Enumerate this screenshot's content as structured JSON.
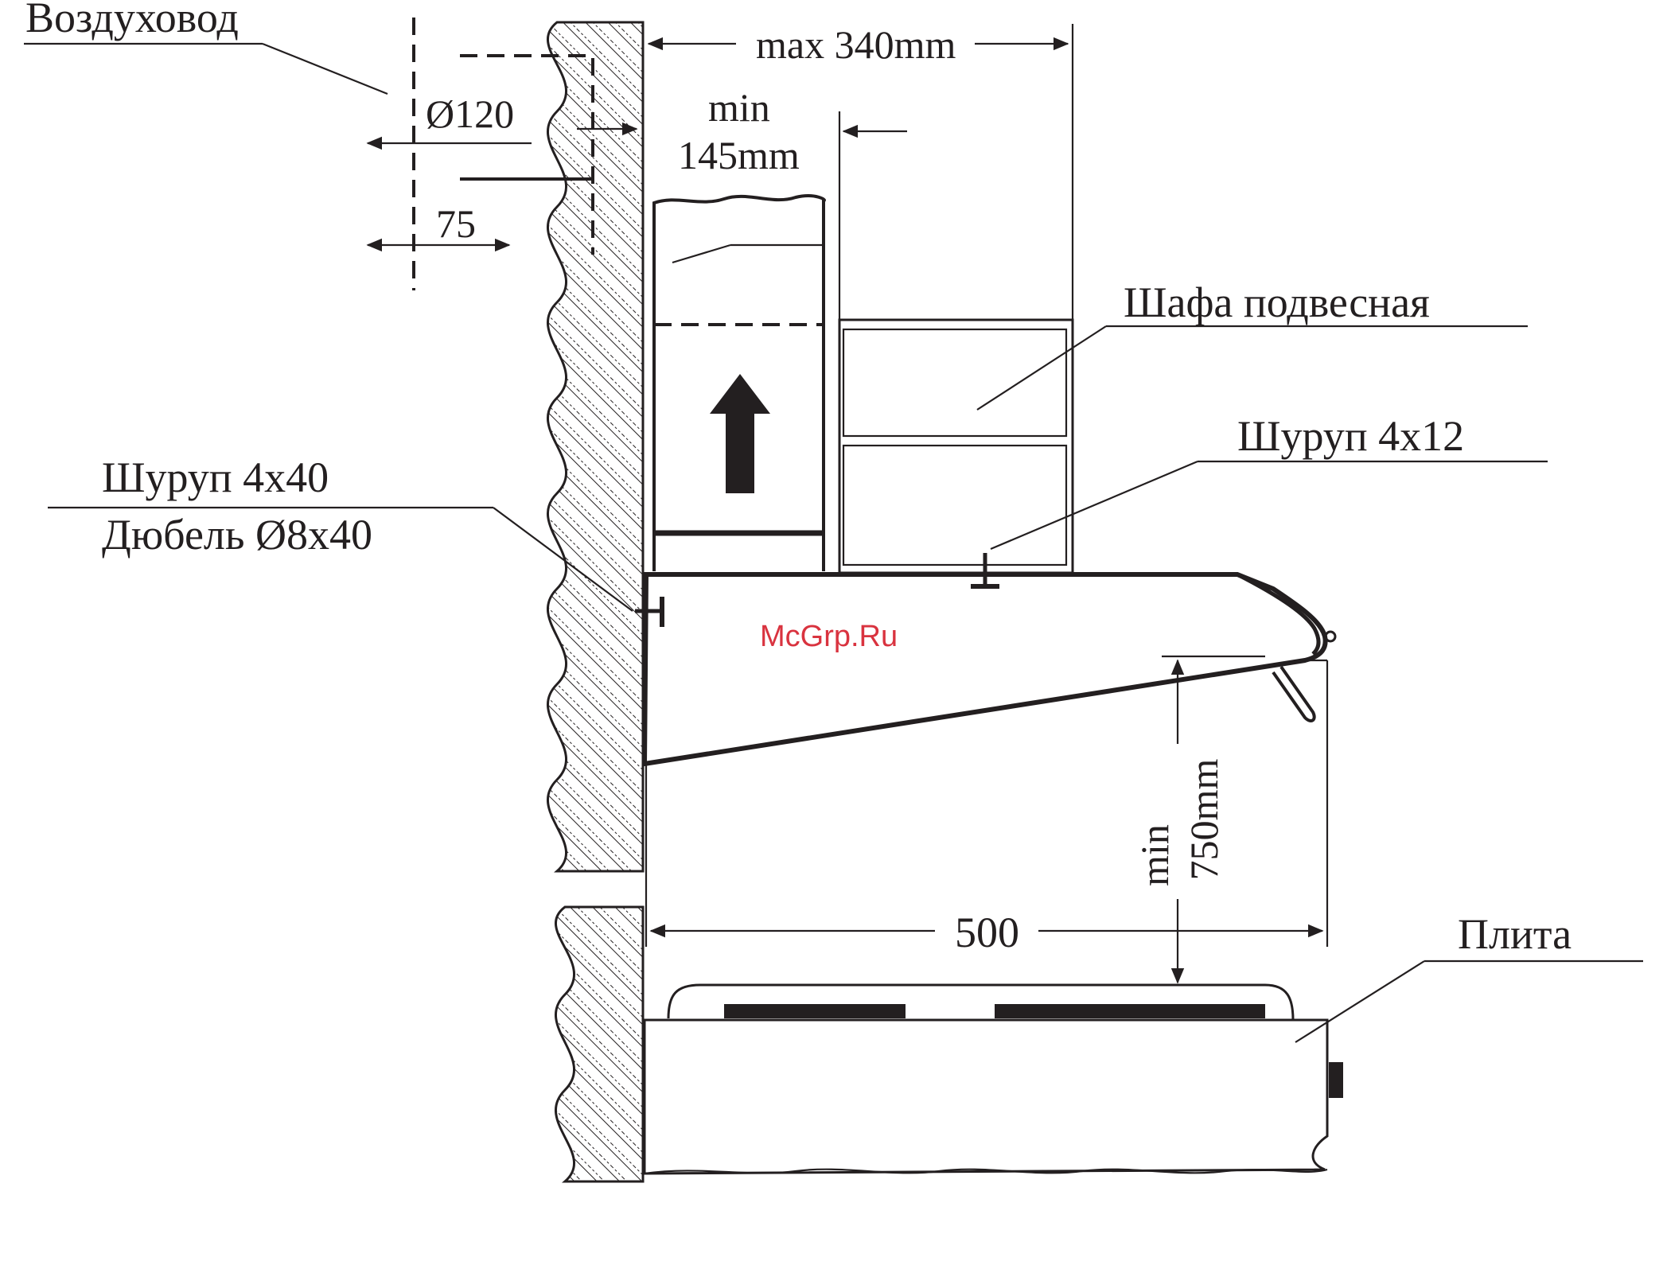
{
  "labels": {
    "duct": "Воздуховод",
    "diameter": "Ø120",
    "offset": "75",
    "max_depth": "max 340mm",
    "min_depth_1": "min",
    "min_depth_2": "145mm",
    "cabinet": "Шафа подвесная",
    "screw_small": "Шуруп 4х12",
    "screw_big": "Шуруп 4х40",
    "dowel": "Дюбель Ø8х40",
    "min_height_1": "min",
    "min_height_2": "750mm",
    "width": "500",
    "stove": "Плита"
  },
  "watermark": "McGrp.Ru",
  "colors": {
    "ink": "#231f20",
    "watermark": "#d9333f",
    "background": "#ffffff"
  }
}
